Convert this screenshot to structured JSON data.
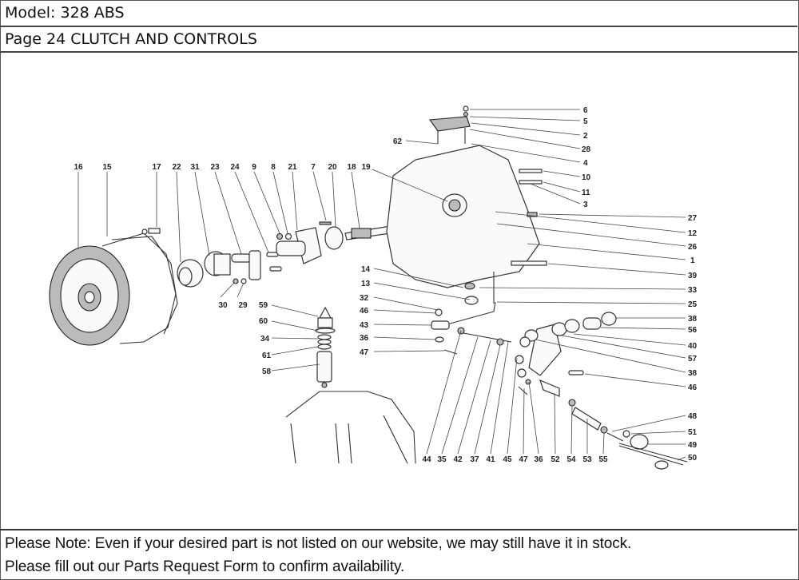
{
  "header": {
    "model_label": "Model: 328 ABS",
    "page_title": "Page 24  CLUTCH AND CONTROLS"
  },
  "diagram": {
    "subject": "Clutch and controls exploded view",
    "callouts": {
      "top_row": [
        "16",
        "15",
        "17",
        "22",
        "31",
        "23",
        "24",
        "9",
        "8",
        "21",
        "7",
        "20",
        "18",
        "19"
      ],
      "right_column": [
        "6",
        "5",
        "2",
        "28",
        "4",
        "10",
        "11",
        "3",
        "27",
        "12",
        "26",
        "1",
        "39",
        "33",
        "25",
        "38",
        "56",
        "40",
        "57",
        "38",
        "46",
        "48",
        "51",
        "49",
        "50"
      ],
      "bottom_row": [
        "44",
        "35",
        "42",
        "37",
        "41",
        "45",
        "47",
        "36",
        "52",
        "54",
        "53",
        "55"
      ],
      "left_middle": [
        "30",
        "29",
        "59",
        "60",
        "34",
        "61",
        "58"
      ],
      "center_left_column": [
        "14",
        "13",
        "32",
        "46",
        "43",
        "36",
        "47"
      ],
      "bellhousing_top": [
        "62"
      ]
    }
  },
  "footer": {
    "note_line1": "Please Note: Even if your desired part is not listed on our website, we may still have it in stock.",
    "note_line2": "Please fill out our Parts Request Form to confirm availability."
  }
}
